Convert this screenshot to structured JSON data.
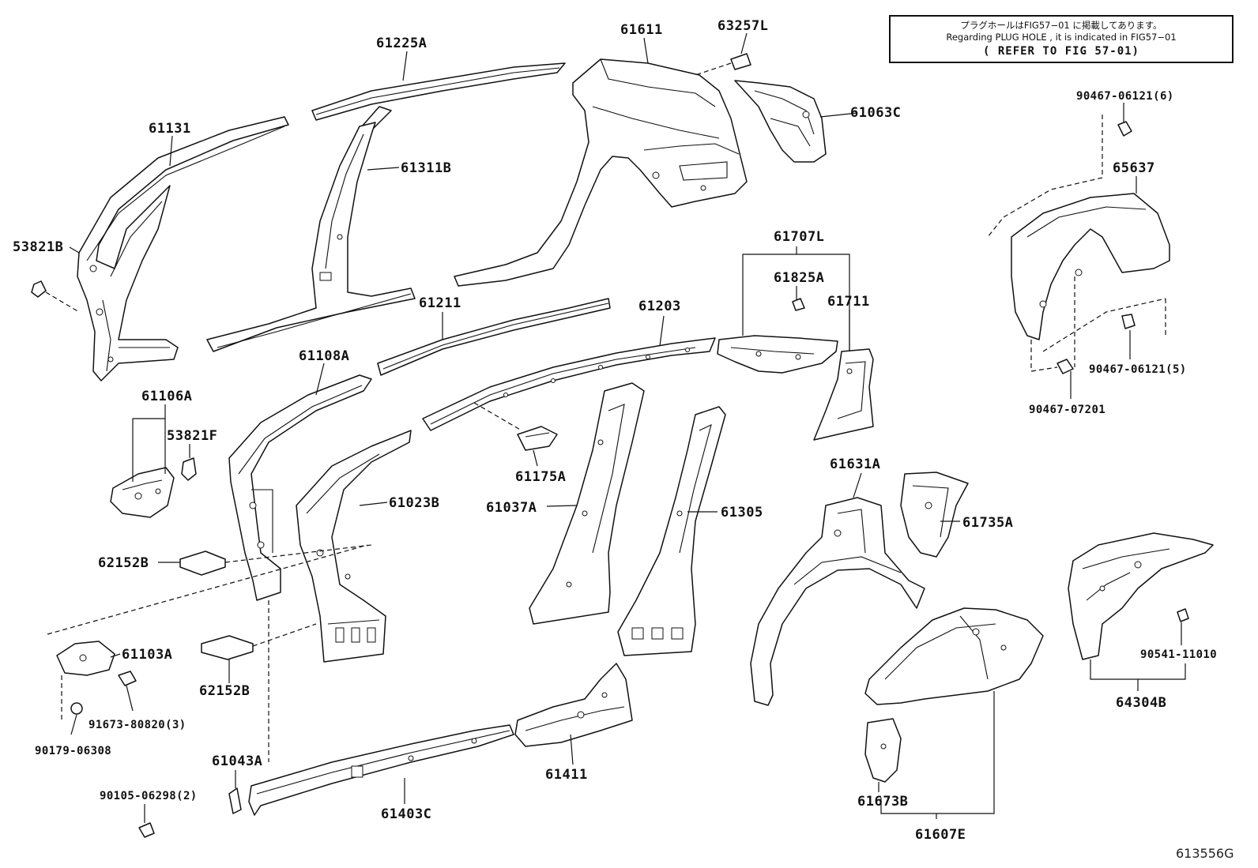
{
  "note": {
    "line1": "プラグホールはFIG57−01 に掲載してあります。",
    "line2": "Regarding PLUG HOLE , it is indicated in FIG57−01",
    "line3": "( REFER TO FIG 57-01)"
  },
  "figure_code": "613556G",
  "labels": {
    "p61131": "61131",
    "p61225A": "61225A",
    "p61611": "61611",
    "p63257L": "63257L",
    "p61063C": "61063C",
    "p61311B": "61311B",
    "p53821B": "53821B",
    "p61211": "61211",
    "p61203": "61203",
    "p61707L": "61707L",
    "p61825A": "61825A",
    "p61711": "61711",
    "p61108A": "61108A",
    "p61106A": "61106A",
    "p53821F": "53821F",
    "p61175A": "61175A",
    "p61023B": "61023B",
    "p61037A": "61037A",
    "p61305": "61305",
    "p61631A": "61631A",
    "p61735A": "61735A",
    "p62152B_1": "62152B",
    "p62152B_2": "62152B",
    "p61103A": "61103A",
    "p91673": "91673-80820(3)",
    "p90179": "90179-06308",
    "p61043A": "61043A",
    "p90105": "90105-06298(2)",
    "p61403C": "61403C",
    "p61411": "61411",
    "p61673B": "61673B",
    "p61607E": "61607E",
    "p90467_6": "90467-06121(6)",
    "p65637": "65637",
    "p90467_5": "90467-06121(5)",
    "p90467_07201": "90467-07201",
    "p90541": "90541-11010",
    "p64304B": "64304B"
  }
}
